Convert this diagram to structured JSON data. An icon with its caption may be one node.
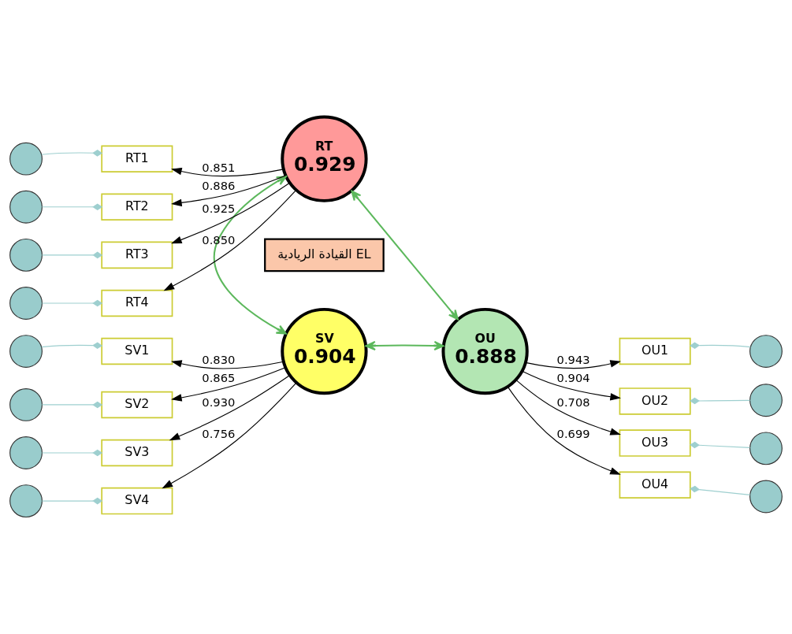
{
  "diagram": {
    "nodes": [
      {
        "text": [
          "SV",
          "0.904"
        ]
      },
      {
        "text": [
          "SV1"
        ]
      },
      {
        "text": [
          "SV2"
        ]
      },
      {
        "text": [
          "SV3"
        ]
      },
      {
        "text": [
          "SV4"
        ]
      },
      {
        "text": [],
        "shape": "circle"
      },
      {
        "text": [],
        "shape": "circle"
      },
      {
        "text": [],
        "shape": "circle"
      },
      {
        "text": [],
        "shape": "circle"
      },
      {
        "text": [
          "القيادة الريادية EL"
        ]
      },
      {
        "text": [
          "OU",
          "0.888"
        ]
      },
      {
        "text": [
          "OU1"
        ]
      },
      {
        "text": [
          "OU2"
        ]
      },
      {
        "text": [
          "OU3"
        ]
      },
      {
        "text": [
          "OU4"
        ]
      },
      {
        "text": [],
        "shape": "circle"
      },
      {
        "text": [],
        "shape": "circle"
      },
      {
        "text": [],
        "shape": "circle"
      },
      {
        "text": [],
        "shape": "circle"
      },
      {
        "text": [
          "RT",
          "0.929"
        ]
      },
      {
        "text": [
          "RT1"
        ]
      },
      {
        "text": [
          "RT2"
        ]
      },
      {
        "text": [
          "RT3"
        ]
      },
      {
        "text": [
          "RT4"
        ]
      },
      {
        "text": [],
        "shape": "circle"
      },
      {
        "text": [],
        "shape": "circle"
      },
      {
        "text": [],
        "shape": "circle"
      },
      {
        "text": [],
        "shape": "circle"
      }
    ],
    "edges": [
      {
        "from": 0,
        "to": 1,
        "arrow": "to",
        "label": "0.830"
      },
      {
        "from": 0,
        "to": 2,
        "arrow": "to",
        "label": "0.865"
      },
      {
        "from": 0,
        "to": 3,
        "arrow": "to",
        "label": "0.930"
      },
      {
        "from": 0,
        "to": 4,
        "arrow": "to",
        "label": "0.756"
      },
      {
        "from": 5,
        "to": 1,
        "arrow": "other",
        "color": "#9ecfcf"
      },
      {
        "from": 6,
        "to": 2,
        "arrow": "other",
        "color": "#9ecfcf"
      },
      {
        "from": 7,
        "to": 3,
        "arrow": "other",
        "color": "#9ecfcf"
      },
      {
        "from": 8,
        "to": 4,
        "arrow": "other",
        "color": "#9ecfcf"
      },
      {
        "from": 0,
        "to": 10,
        "arrow": "both",
        "color": "#5cb85c"
      },
      {
        "from": 0,
        "to": 19,
        "arrow": "both",
        "color": "#5cb85c"
      },
      {
        "from": 19,
        "to": 10,
        "arrow": "both",
        "color": "#5cb85c"
      },
      {
        "from": 10,
        "to": 11,
        "arrow": "to",
        "label": "0.943"
      },
      {
        "from": 10,
        "to": 12,
        "arrow": "to",
        "label": "0.904"
      },
      {
        "from": 10,
        "to": 13,
        "arrow": "to",
        "label": "0.708"
      },
      {
        "from": 10,
        "to": 14,
        "arrow": "to",
        "label": "0.699"
      },
      {
        "from": 15,
        "to": 11,
        "arrow": "other",
        "color": "#9ecfcf"
      },
      {
        "from": 16,
        "to": 12,
        "arrow": "other",
        "color": "#9ecfcf"
      },
      {
        "from": 17,
        "to": 13,
        "arrow": "other",
        "color": "#9ecfcf"
      },
      {
        "from": 18,
        "to": 14,
        "arrow": "other",
        "color": "#9ecfcf"
      },
      {
        "from": 19,
        "to": 20,
        "arrow": "to",
        "label": "0.851"
      },
      {
        "from": 19,
        "to": 21,
        "arrow": "to",
        "label": "0.886"
      },
      {
        "from": 19,
        "to": 22,
        "arrow": "to",
        "label": "0.925"
      },
      {
        "from": 19,
        "to": 23,
        "arrow": "to",
        "label": "0.850"
      },
      {
        "from": 24,
        "to": 20,
        "arrow": "other",
        "color": "#9ecfcf"
      },
      {
        "from": 25,
        "to": 21,
        "arrow": "other",
        "color": "#9ecfcf"
      },
      {
        "from": 26,
        "to": 22,
        "arrow": "other",
        "color": "#9ecfcf"
      },
      {
        "from": 27,
        "to": 23,
        "arrow": "other",
        "color": "#9ecfcf"
      }
    ]
  }
}
